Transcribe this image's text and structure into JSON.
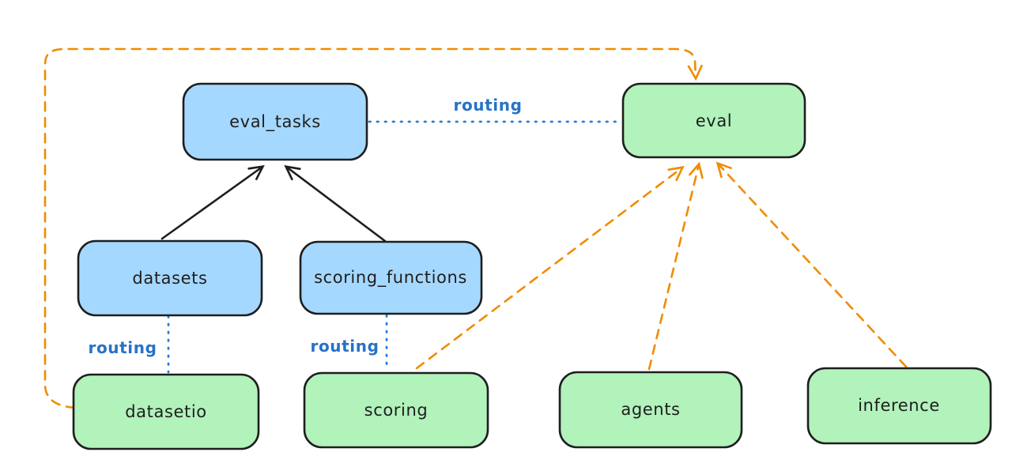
{
  "diagram": {
    "colors": {
      "background": "#ffffff",
      "node_stroke": "#1e1e1e",
      "blue_fill": "#a5d8ff",
      "green_fill": "#b2f2bb",
      "orange_edge": "#f08c00",
      "routing_blue": "#2672c8",
      "black_edge": "#1e1e1e"
    },
    "nodes": {
      "eval_tasks": {
        "label": "eval_tasks",
        "color": "blue"
      },
      "eval": {
        "label": "eval",
        "color": "green"
      },
      "datasets": {
        "label": "datasets",
        "color": "blue"
      },
      "scoring_functions": {
        "label": "scoring_functions",
        "color": "blue"
      },
      "datasetio": {
        "label": "datasetio",
        "color": "green"
      },
      "scoring": {
        "label": "scoring",
        "color": "green"
      },
      "agents": {
        "label": "agents",
        "color": "green"
      },
      "inference": {
        "label": "inference",
        "color": "green"
      }
    },
    "edge_labels": {
      "routing_eval_tasks_eval": "routing",
      "routing_datasets_datasetio": "routing",
      "routing_scoring_functions_scoring": "routing"
    }
  }
}
